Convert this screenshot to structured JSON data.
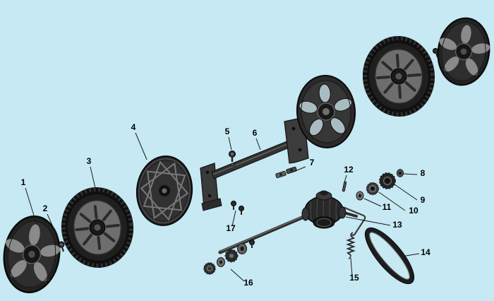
{
  "diagram": {
    "background_color": "#c6e9f3",
    "label_color": "#000000",
    "leader_line_color": "#1a1a1a",
    "part_fill_dark": "#222222",
    "part_fill_mid": "#555555",
    "labels": [
      {
        "number": "1",
        "part": "wheel-cover-left"
      },
      {
        "number": "2",
        "part": "wheel-bolt-left"
      },
      {
        "number": "3",
        "part": "tire-wheel-left"
      },
      {
        "number": "4",
        "part": "drive-wheel-left"
      },
      {
        "number": "5",
        "part": "bracket-bolt"
      },
      {
        "number": "6",
        "part": "axle-bracket-assembly"
      },
      {
        "number": "7",
        "part": "mounting-clips"
      },
      {
        "number": "8",
        "part": "retaining-nut"
      },
      {
        "number": "9",
        "part": "pinion-gear-large"
      },
      {
        "number": "10",
        "part": "pinion-gear-small"
      },
      {
        "number": "11",
        "part": "bushing"
      },
      {
        "number": "12",
        "part": "shaft-pin"
      },
      {
        "number": "13",
        "part": "gearbox-transmission"
      },
      {
        "number": "14",
        "part": "drive-belt"
      },
      {
        "number": "15",
        "part": "spring"
      },
      {
        "number": "16",
        "part": "axle-washers-gears"
      },
      {
        "number": "17",
        "part": "bracket-bolts"
      }
    ]
  }
}
